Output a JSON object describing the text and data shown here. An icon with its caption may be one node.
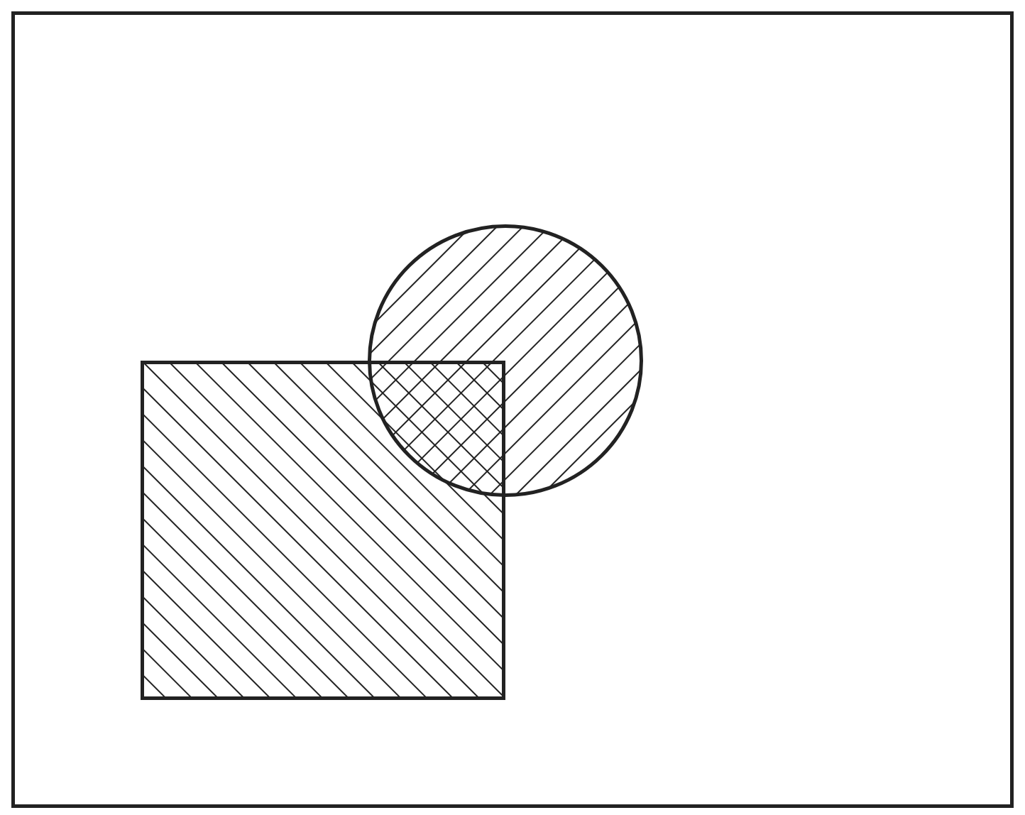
{
  "diagram": {
    "nodes": [
      {
        "text": [],
        "shape": "box"
      },
      {
        "text": [],
        "shape": "box",
        "in": 0
      },
      {
        "text": [],
        "shape": "circle",
        "in": 0
      }
    ]
  }
}
